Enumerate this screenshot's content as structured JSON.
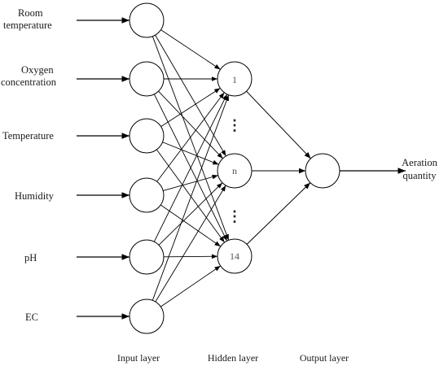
{
  "inputs": [
    [
      "Room",
      "temperature"
    ],
    [
      "Oxygen",
      "concentration"
    ],
    [
      "Temperature"
    ],
    [
      "Humidity"
    ],
    [
      "pH"
    ],
    [
      "EC"
    ]
  ],
  "hidden_nodes": [
    "1",
    "n",
    "14"
  ],
  "ellipsis": "⋮",
  "output": [
    "Aeration",
    "quantity"
  ],
  "layers": {
    "input": "Input layer",
    "hidden": "Hidden layer",
    "output": "Output layer"
  },
  "colors": {
    "stroke": "#000000",
    "text": "#1a1a1a"
  }
}
